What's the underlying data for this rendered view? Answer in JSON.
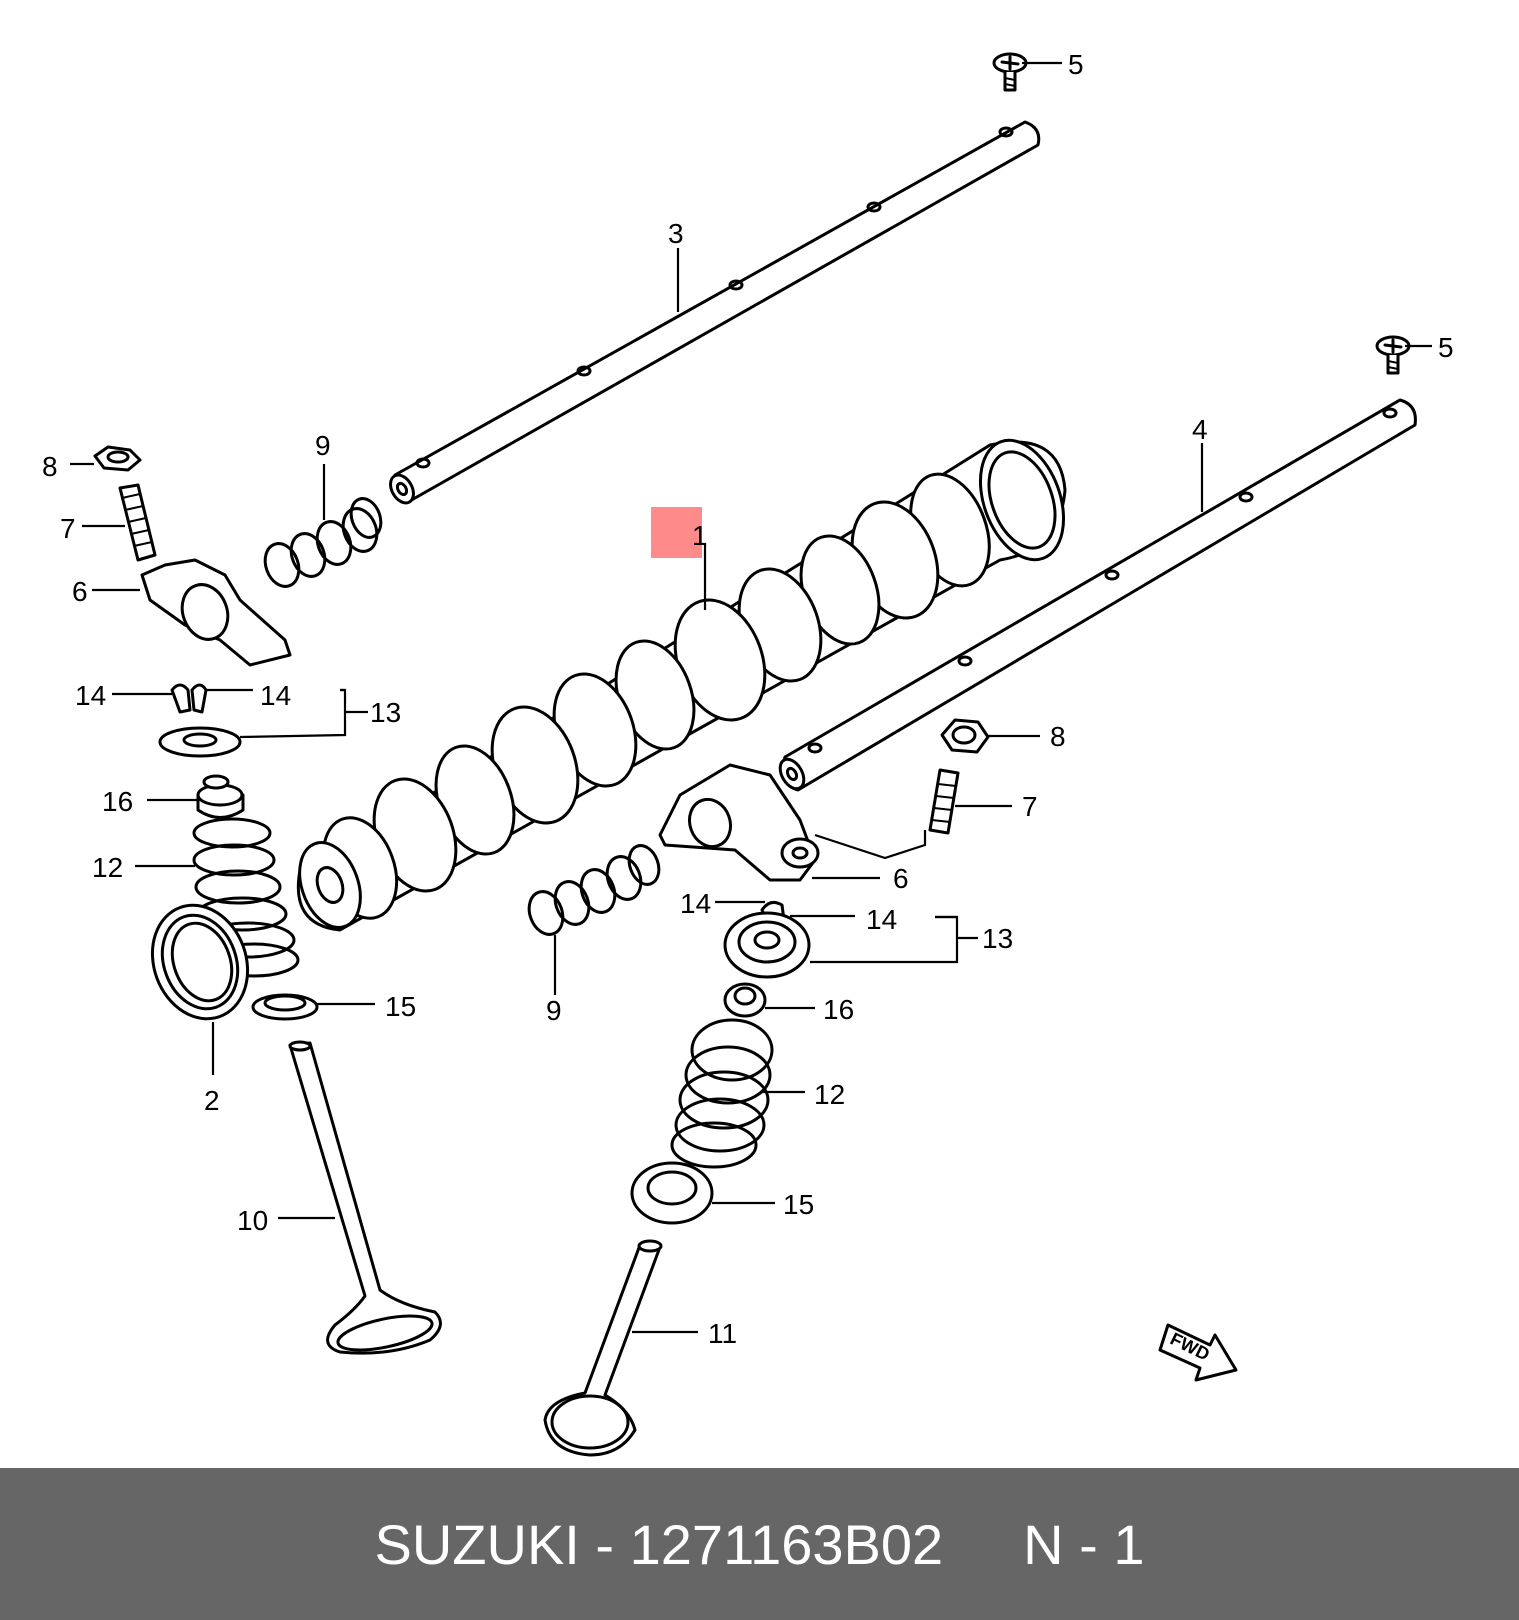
{
  "footer": {
    "brand": "SUZUKI",
    "separator": "-",
    "part_number": "1271163B02",
    "position": "N - 1"
  },
  "callouts": {
    "c1": "1",
    "c2": "2",
    "c3": "3",
    "c4": "4",
    "c5a": "5",
    "c5b": "5",
    "c6a": "6",
    "c6b": "6",
    "c7a": "7",
    "c7b": "7",
    "c8a": "8",
    "c8b": "8",
    "c9a": "9",
    "c9b": "9",
    "c10": "10",
    "c11": "11",
    "c12a": "12",
    "c12b": "12",
    "c13a": "13",
    "c13b": "13",
    "c14a": "14",
    "c14b": "14",
    "c14c": "14",
    "c14d": "14",
    "c15a": "15",
    "c15b": "15",
    "c16a": "16",
    "c16b": "16"
  },
  "fwd_arrow": "FWD",
  "highlight_color": "#ff8a8a"
}
